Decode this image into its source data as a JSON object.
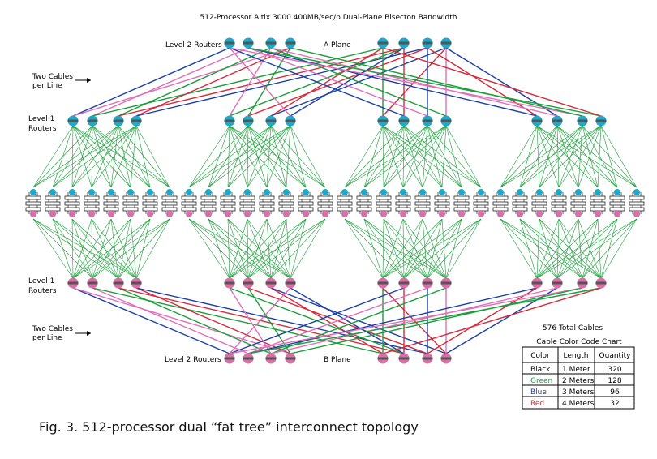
{
  "title": "512-Processor Altix 3000 400MB/sec/p Dual-Plane Bisecton Bandwidth",
  "labels": {
    "level2_top": "Level 2 Routers",
    "a_plane": "A Plane",
    "two_cables_top_1": "Two Cables",
    "two_cables_top_2": "per Line",
    "level1_top_1": "Level 1",
    "level1_top_2": "Routers",
    "level1_bottom_1": "Level 1",
    "level1_bottom_2": "Routers",
    "two_cables_bottom_1": "Two Cables",
    "two_cables_bottom_2": "per Line",
    "level2_bottom": "Level 2 Routers",
    "b_plane": "B Plane",
    "total_cables": "576 Total Cables",
    "chart_title": "Cable Color Code Chart"
  },
  "caption": "Fig. 3. 512-processor dual “fat tree” interconnect topology",
  "table": {
    "headers": [
      "Color",
      "Length",
      "Quantity"
    ],
    "rows": [
      {
        "color": "Black",
        "length": "1 Meter",
        "quantity": "320",
        "hex": "#000000"
      },
      {
        "color": "Green",
        "length": "2 Meters",
        "quantity": "128",
        "hex": "#1a9e3a"
      },
      {
        "color": "Blue",
        "length": "3 Meters",
        "quantity": "96",
        "hex": "#1c3fa8"
      },
      {
        "color": "Red",
        "length": "4 Meters",
        "quantity": "32",
        "hex": "#d42a3a"
      }
    ]
  },
  "colors": {
    "green": "#1a9e3a",
    "blue": "#1c3fa8",
    "red": "#d42a3a",
    "pink": "#e070b8",
    "teal_router": "#1fa8c8",
    "pink_router": "#d870a8"
  }
}
